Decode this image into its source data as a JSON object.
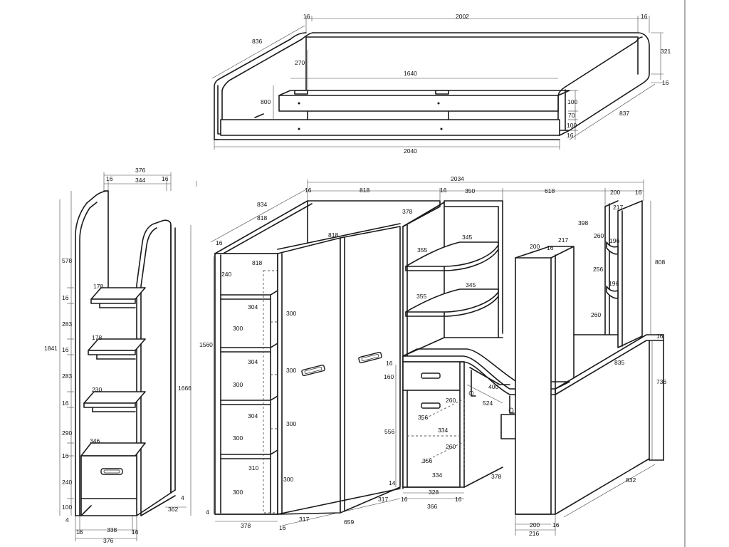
{
  "labels": {
    "bed_16_l": "16",
    "bed_2002": "2002",
    "bed_16_r": "16",
    "bed_836": "836",
    "bed_321": "321",
    "bed_270": "270",
    "bed_1640": "1640",
    "bed_16_side": "16",
    "bed_800": "800",
    "bed_100_a": "100",
    "bed_70": "70",
    "bed_837": "837",
    "bed_100_b": "100",
    "bed_16_bottom": "16",
    "bed_2040": "2040",
    "st_376_top": "376",
    "st_16_a": "16",
    "st_344": "344",
    "st_16_b": "16",
    "st_578": "578",
    "st_178_a": "178",
    "st_16_c": "16",
    "st_283_a": "283",
    "st_1841": "1841",
    "st_178_b": "178",
    "st_16_d": "16",
    "st_283_b": "283",
    "st_230": "230",
    "st_16_e": "16",
    "st_1666": "1666",
    "st_290": "290",
    "st_346": "346",
    "st_16_f": "16",
    "st_240": "240",
    "st_100": "100",
    "st_4_r": "4",
    "st_4_l": "4",
    "st_362": "362",
    "st_16_g": "16",
    "st_338": "338",
    "st_16_h": "16",
    "st_376_bot": "376",
    "m_2034": "2034",
    "m_834": "834",
    "m_16_a": "16",
    "m_818_a": "818",
    "m_16_b": "16",
    "m_350": "350",
    "m_618": "618",
    "m_200_a": "200",
    "m_16_c": "16",
    "m_818_b": "818",
    "m_378_a": "378",
    "m_217_a": "217",
    "m_818_c": "818",
    "m_16_d": "16",
    "m_398": "398",
    "m_345_a": "345",
    "m_260_a": "260",
    "m_196_a": "196",
    "m_217_b": "217",
    "m_200_b": "200",
    "m_16_e": "16",
    "m_808": "808",
    "m_818_d": "818",
    "m_355_a": "355",
    "m_240": "240",
    "m_256": "256",
    "m_345_b": "345",
    "m_196_b": "196",
    "m_304_a": "304",
    "m_355_b": "355",
    "m_300_a": "300",
    "m_260_b": "260",
    "m_300_b": "300",
    "m_16_f": "16",
    "m_1560": "1560",
    "m_304_b": "304",
    "m_835": "835",
    "m_300_c": "300",
    "m_16_g": "16",
    "m_160": "160",
    "m_736": "736",
    "m_300_d": "300",
    "m_400": "400",
    "m_304_c": "304",
    "m_260_c": "260",
    "m_524": "524",
    "m_356_a": "356",
    "m_300_e": "300",
    "m_556": "556",
    "m_334_a": "334",
    "m_300_f": "300",
    "m_260_d": "260",
    "m_310": "310",
    "m_356_b": "356",
    "m_334_b": "334",
    "m_300_g": "300",
    "m_378_b": "378",
    "m_14": "14",
    "m_832": "832",
    "m_328": "328",
    "m_300_h": "300",
    "m_16_h": "16",
    "m_16_i": "16",
    "m_317_a": "317",
    "m_366": "366",
    "m_4": "4",
    "m_317_b": "317",
    "m_378_c": "378",
    "m_16_j": "16",
    "m_659": "659",
    "m_200_c": "200",
    "m_16_k": "16",
    "m_216": "216"
  }
}
